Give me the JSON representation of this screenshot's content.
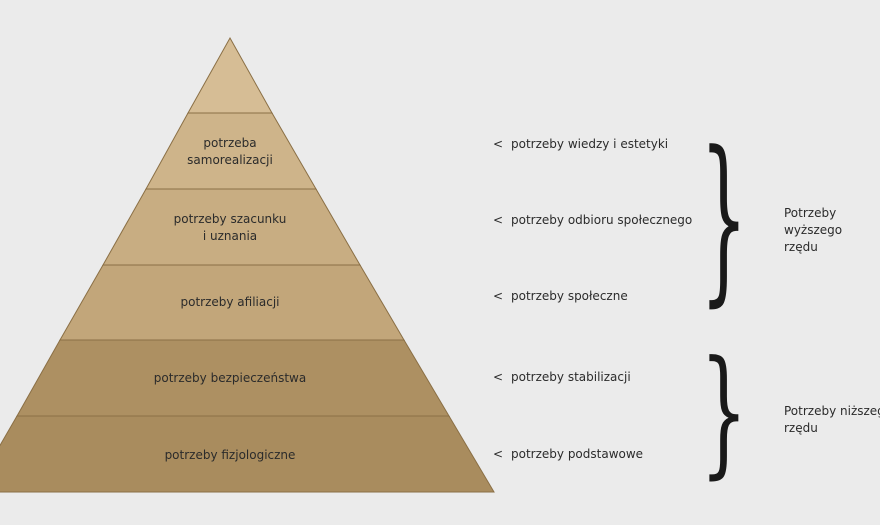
{
  "pyramid": {
    "levels": [
      {
        "label": "",
        "color": "#d6bd95"
      },
      {
        "label": "potrzeba\nsamorealizacji",
        "color": "#ceb48a"
      },
      {
        "label": "potrzeby szacunku\ni uznania",
        "color": "#c8ad82"
      },
      {
        "label": "potrzeby afiliacji",
        "color": "#c2a67a"
      },
      {
        "label": "potrzeby bezpieczeństwa",
        "color": "#ad9062"
      },
      {
        "label": "potrzeby fizjologiczne",
        "color": "#a98c5e"
      }
    ]
  },
  "needs": [
    {
      "chevron": "<",
      "label": "potrzeby wiedzy i estetyki"
    },
    {
      "chevron": "<",
      "label": "potrzeby odbioru społecznego"
    },
    {
      "chevron": "<",
      "label": "potrzeby społeczne"
    },
    {
      "chevron": "<",
      "label": "potrzeby stabilizacji"
    },
    {
      "chevron": "<",
      "label": "potrzeby podstawowe"
    }
  ],
  "groups": [
    {
      "brace": "}",
      "label": "Potrzeby wyższego\nrzędu"
    },
    {
      "brace": "}",
      "label": "Potrzeby niższego\nrzędu"
    }
  ]
}
